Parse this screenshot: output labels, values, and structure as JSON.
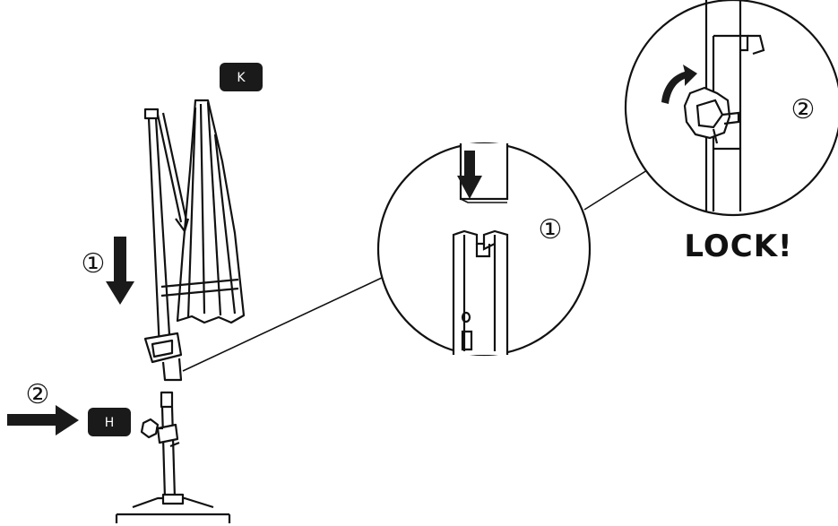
{
  "labels": {
    "part_k": "K",
    "part_h": "H",
    "step_one": "①",
    "step_two": "②",
    "detail_step_one": "①",
    "detail_step_two": "②",
    "lock": "LOCK!"
  },
  "icons": {
    "down_arrow": "arrow-down-icon",
    "right_arrow": "arrow-right-icon",
    "rotate_arrow": "rotate-arrow-icon",
    "knob": "knob-icon"
  },
  "colors": {
    "line": "#111111",
    "badge": "#1a1a1a",
    "background": "#ffffff"
  }
}
